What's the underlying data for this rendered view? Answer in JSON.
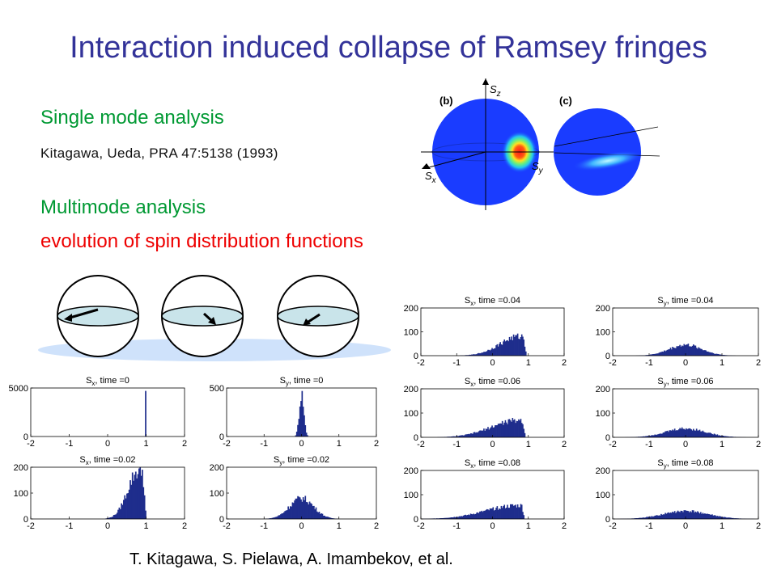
{
  "slide": {
    "title": "Interaction induced collapse of Ramsey fringes",
    "single_mode_heading": "Single mode analysis",
    "single_mode_reference": "Kitagawa, Ueda, PRA 47:5138 (1993)",
    "multimode_heading": "Multimode analysis",
    "multimode_subheading": "evolution of spin distribution functions",
    "credits": "T. Kitagawa, S. Pielawa, A. Imambekov, et al."
  },
  "bloch_figure": {
    "panel_b_label": "(b)",
    "panel_c_label": "(c)",
    "axis_z": "S",
    "axis_z_sub": "z",
    "axis_y": "S",
    "axis_y_sub": "y",
    "axis_x": "S",
    "axis_x_sub": "x",
    "sphere_color": "#1a3cff",
    "spot_color": "#ff1a1a"
  },
  "chart_data": [
    {
      "type": "bar",
      "title_var": "S",
      "title_sub": "x",
      "title_time": ", time =0",
      "ylim": [
        0,
        5000
      ],
      "yticks": [
        "0",
        "5000"
      ],
      "xticks": [
        "-2",
        "-1",
        "0",
        "1",
        "2"
      ],
      "xlim": [
        -2,
        2
      ],
      "shape": "spike",
      "center": 0.98,
      "width": 0.02,
      "peak": 4700
    },
    {
      "type": "bar",
      "title_var": "S",
      "title_sub": "y",
      "title_time": ", time =0",
      "ylim": [
        0,
        500
      ],
      "yticks": [
        "0",
        "500"
      ],
      "xticks": [
        "-2",
        "-1",
        "0",
        "1",
        "2"
      ],
      "xlim": [
        -2,
        2
      ],
      "shape": "gauss",
      "center": 0.0,
      "width": 0.06,
      "peak": 440
    },
    {
      "type": "bar",
      "title_var": "S",
      "title_sub": "x",
      "title_time": ", time =0.02",
      "ylim": [
        0,
        200
      ],
      "yticks": [
        "0",
        "100",
        "200"
      ],
      "xticks": [
        "-2",
        "-1",
        "0",
        "1",
        "2"
      ],
      "xlim": [
        -2,
        2
      ],
      "shape": "skew",
      "center": 0.8,
      "width": 0.28,
      "peak": 185
    },
    {
      "type": "bar",
      "title_var": "S",
      "title_sub": "y",
      "title_time": ", time =0.02",
      "ylim": [
        0,
        200
      ],
      "yticks": [
        "0",
        "100",
        "200"
      ],
      "xticks": [
        "-2",
        "-1",
        "0",
        "1",
        "2"
      ],
      "xlim": [
        -2,
        2
      ],
      "shape": "gauss",
      "center": 0.0,
      "width": 0.32,
      "peak": 80
    },
    {
      "type": "bar",
      "title_var": "S",
      "title_sub": "x",
      "title_time": ", time =0.04",
      "ylim": [
        0,
        200
      ],
      "yticks": [
        "0",
        "100",
        "200"
      ],
      "xticks": [
        "-2",
        "-1",
        "0",
        "1",
        "2"
      ],
      "xlim": [
        -2,
        2
      ],
      "shape": "skew",
      "center": 0.75,
      "width": 0.55,
      "peak": 80
    },
    {
      "type": "bar",
      "title_var": "S",
      "title_sub": "y",
      "title_time": ", time =0.04",
      "ylim": [
        0,
        200
      ],
      "yticks": [
        "0",
        "100",
        "200"
      ],
      "xticks": [
        "-2",
        "-1",
        "0",
        "1",
        "2"
      ],
      "xlim": [
        -2,
        2
      ],
      "shape": "gauss",
      "center": 0.0,
      "width": 0.45,
      "peak": 45
    },
    {
      "type": "bar",
      "title_var": "S",
      "title_sub": "x",
      "title_time": ", time =0.06",
      "ylim": [
        0,
        200
      ],
      "yticks": [
        "0",
        "100",
        "200"
      ],
      "xticks": [
        "-2",
        "-1",
        "0",
        "1",
        "2"
      ],
      "xlim": [
        -2,
        2
      ],
      "shape": "skew",
      "center": 0.72,
      "width": 0.75,
      "peak": 70
    },
    {
      "type": "bar",
      "title_var": "S",
      "title_sub": "y",
      "title_time": ", time =0.06",
      "ylim": [
        0,
        200
      ],
      "yticks": [
        "0",
        "100",
        "200"
      ],
      "xticks": [
        "-2",
        "-1",
        "0",
        "1",
        "2"
      ],
      "xlim": [
        -2,
        2
      ],
      "shape": "gauss",
      "center": 0.0,
      "width": 0.55,
      "peak": 36
    },
    {
      "type": "bar",
      "title_var": "S",
      "title_sub": "x",
      "title_time": ", time =0.08",
      "ylim": [
        0,
        200
      ],
      "yticks": [
        "0",
        "100",
        "200"
      ],
      "xticks": [
        "-2",
        "-1",
        "0",
        "1",
        "2"
      ],
      "xlim": [
        -2,
        2
      ],
      "shape": "skew",
      "center": 0.7,
      "width": 0.9,
      "peak": 55
    },
    {
      "type": "bar",
      "title_var": "S",
      "title_sub": "y",
      "title_time": ", time =0.08",
      "ylim": [
        0,
        200
      ],
      "yticks": [
        "0",
        "100",
        "200"
      ],
      "xticks": [
        "-2",
        "-1",
        "0",
        "1",
        "2"
      ],
      "xlim": [
        -2,
        2
      ],
      "shape": "gauss",
      "center": 0.0,
      "width": 0.62,
      "peak": 32
    }
  ]
}
